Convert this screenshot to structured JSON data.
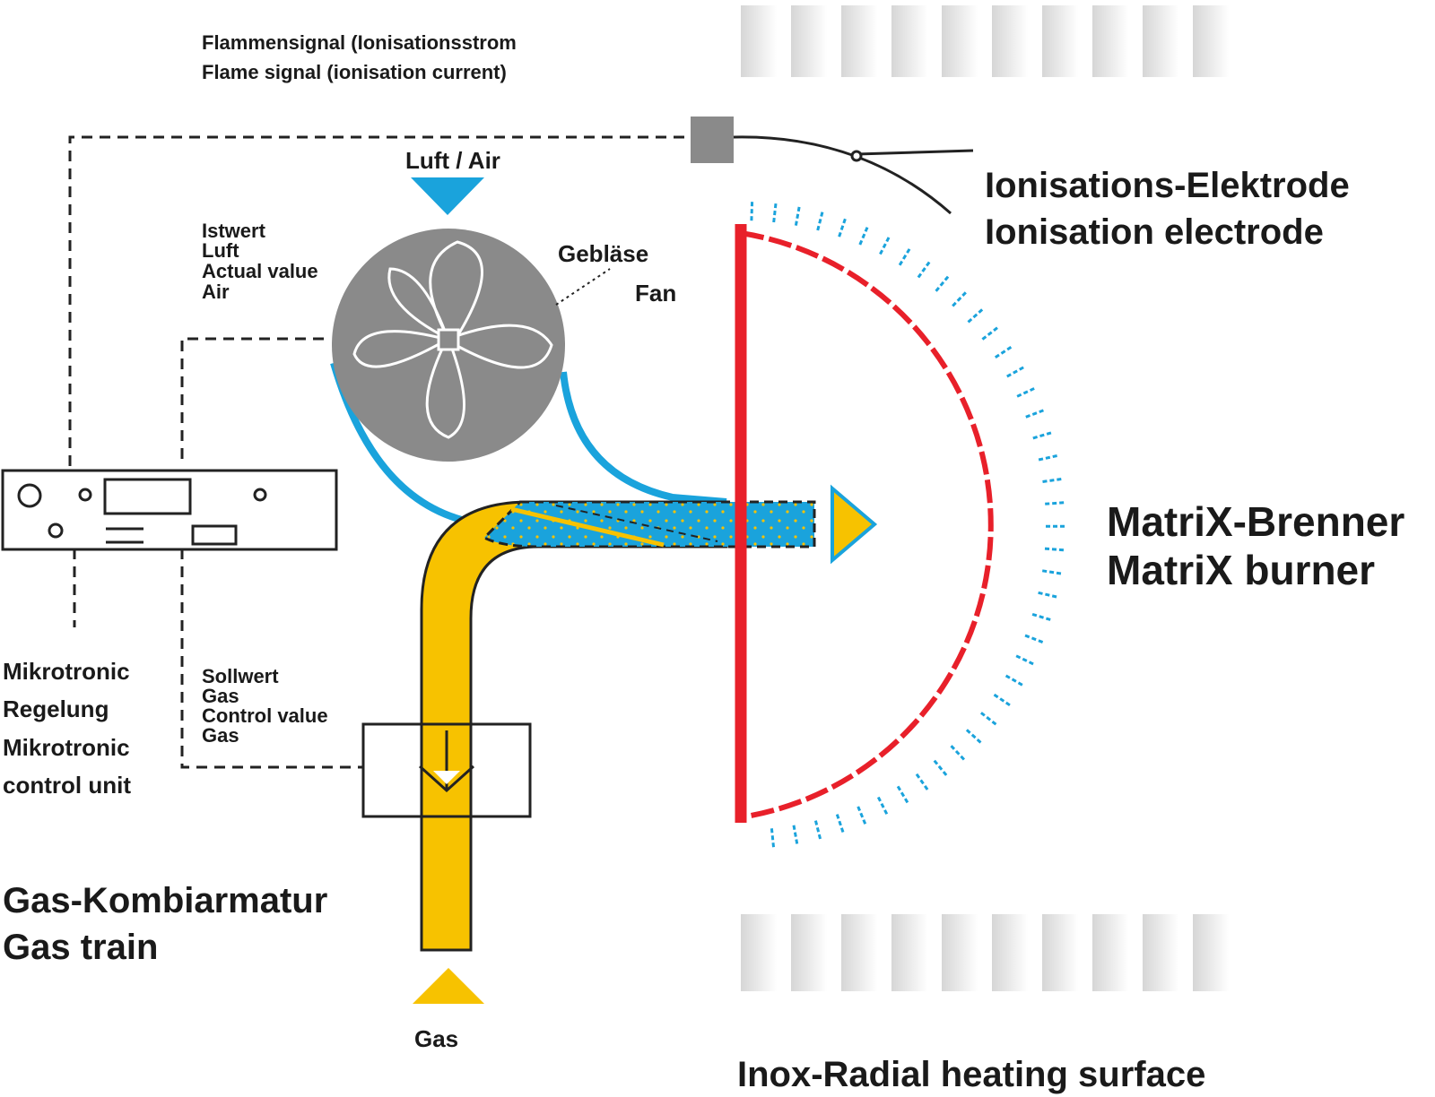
{
  "labels": {
    "flame_signal_de": "Flammensignal (Ionisationsstrom",
    "flame_signal_en": "Flame signal (ionisation current)",
    "air": "Luft / Air",
    "air_signal_de": "Istwert",
    "air_signal_de2": "Luft",
    "air_signal_en": "Actual value",
    "air_signal_en2": "Air",
    "fan_de": "Gebläse",
    "fan_en": "Fan",
    "ionisation_de": "Ionisations-Elektrode",
    "ionisation_en": "Ionisation electrode",
    "burner_de": "MatriX-Brenner",
    "burner_en": "MatriX burner",
    "control_de1": "Mikrotronic",
    "control_de2": "Regelung",
    "control_en1": "Mikrotronic",
    "control_en2": "control unit",
    "gas_signal_de": "Sollwert",
    "gas_signal_de2": "Gas",
    "gas_signal_en": "Control value",
    "gas_signal_en2": "Gas",
    "gas_train_de": "Gas-Kombiarmatur",
    "gas_train_en": "Gas train",
    "gas": "Gas",
    "heating_surface": "Inox-Radial heating surface"
  },
  "colors": {
    "air_blue": "#1aa3dc",
    "gas_yellow": "#f7c200",
    "burner_red": "#e8202a",
    "fan_grey": "#8a8a8a",
    "line_dark": "#222222"
  },
  "icons": {
    "fan": "fan-icon",
    "air_inlet": "triangle-down-icon",
    "gas_inlet": "triangle-up-icon",
    "flame_direction": "triangle-right-icon"
  }
}
